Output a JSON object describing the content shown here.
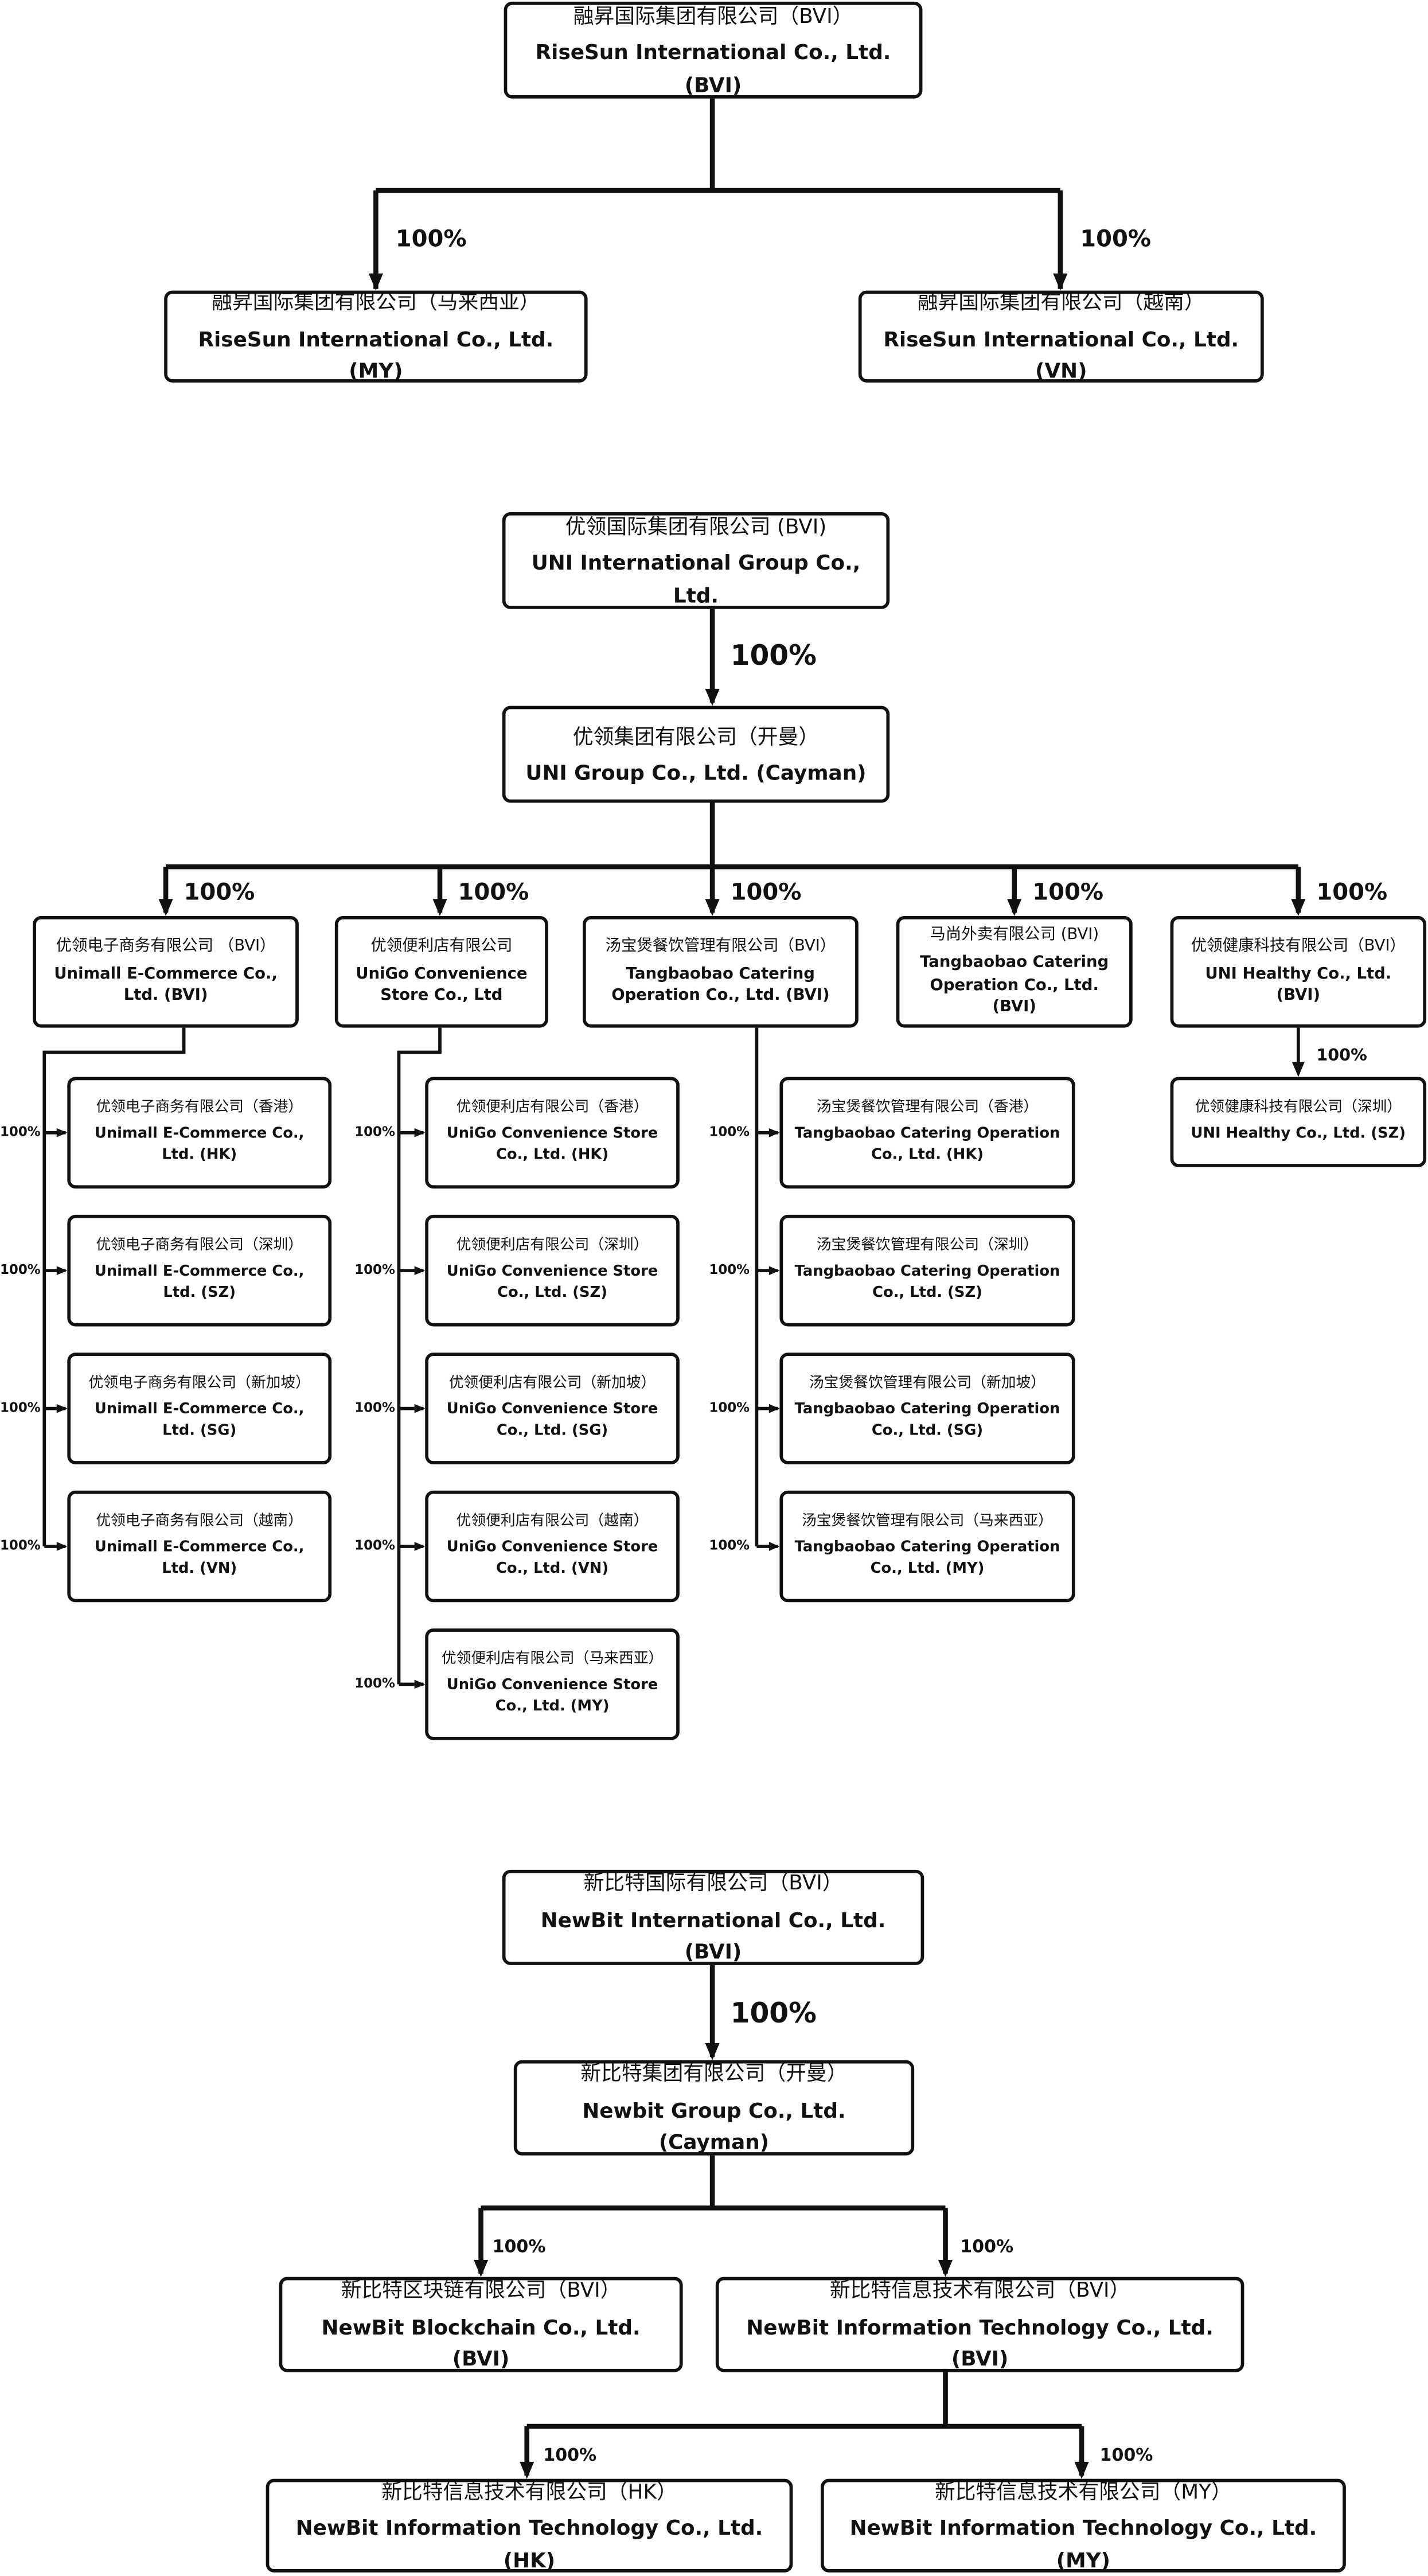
{
  "colors": {
    "line": "#111111",
    "box_border": "#111111",
    "background": "#ffffff"
  },
  "risesun": {
    "parent": {
      "cn": "融昇国际集团有限公司（BVI）",
      "en": "RiseSun International Co., Ltd. (BVI)"
    },
    "my": {
      "cn": "融昇国际集团有限公司（马来西亚）",
      "en": "RiseSun International Co., Ltd. (MY)"
    },
    "vn": {
      "cn": "融昇国际集团有限公司（越南）",
      "en": "RiseSun International Co., Ltd. (VN)"
    },
    "pct_my": "100%",
    "pct_vn": "100%"
  },
  "uni": {
    "top": {
      "cn": "优领国际集团有限公司 (BVI)",
      "en": "UNI International Group Co., Ltd."
    },
    "pct_top": "100%",
    "cayman": {
      "cn": "优领集团有限公司（开曼）",
      "en": "UNI Group Co., Ltd. (Cayman)"
    },
    "pct_l2": [
      "100%",
      "100%",
      "100%",
      "100%",
      "100%"
    ],
    "unimall": {
      "cn": "优领电子商务有限公司 （BVI）",
      "en": "Unimall E-Commerce Co., Ltd. (BVI)"
    },
    "unigo": {
      "cn": "优领便利店有限公司",
      "en": "UniGo Convenience Store Co., Ltd"
    },
    "tangbaobao": {
      "cn": "汤宝煲餐饮管理有限公司（BVI）",
      "en": "Tangbaobao Catering Operation Co., Ltd. (BVI)"
    },
    "mashang": {
      "cn": "马尚外卖有限公司 (BVI)",
      "en": "Tangbaobao Catering Operation Co., Ltd. (BVI)"
    },
    "healthy": {
      "cn": "优领健康科技有限公司（BVI）",
      "en": "UNI Healthy Co., Ltd. (BVI)"
    },
    "unimall_subs": [
      {
        "cn": "优领电子商务有限公司（香港）",
        "en": "Unimall E-Commerce Co., Ltd. (HK)",
        "pct": "100%"
      },
      {
        "cn": "优领电子商务有限公司（深圳）",
        "en": "Unimall E-Commerce Co., Ltd. (SZ)",
        "pct": "100%"
      },
      {
        "cn": "优领电子商务有限公司（新加坡）",
        "en": "Unimall E-Commerce Co., Ltd. (SG)",
        "pct": "100%"
      },
      {
        "cn": "优领电子商务有限公司（越南）",
        "en": "Unimall E-Commerce Co., Ltd. (VN)",
        "pct": "100%"
      }
    ],
    "unigo_subs": [
      {
        "cn": "优领便利店有限公司（香港）",
        "en": "UniGo Convenience Store Co., Ltd. (HK)",
        "pct": "100%"
      },
      {
        "cn": "优领便利店有限公司（深圳）",
        "en": "UniGo Convenience Store Co., Ltd. (SZ)",
        "pct": "100%"
      },
      {
        "cn": "优领便利店有限公司（新加坡）",
        "en": "UniGo Convenience Store Co., Ltd. (SG)",
        "pct": "100%"
      },
      {
        "cn": "优领便利店有限公司（越南）",
        "en": "UniGo Convenience Store Co., Ltd. (VN)",
        "pct": "100%"
      },
      {
        "cn": "优领便利店有限公司（马来西亚）",
        "en": "UniGo Convenience Store Co., Ltd. (MY)",
        "pct": "100%"
      }
    ],
    "tangbaobao_subs": [
      {
        "cn": "汤宝煲餐饮管理有限公司（香港）",
        "en": "Tangbaobao Catering Operation Co., Ltd. (HK)",
        "pct": "100%"
      },
      {
        "cn": "汤宝煲餐饮管理有限公司（深圳）",
        "en": "Tangbaobao Catering Operation Co., Ltd. (SZ)",
        "pct": "100%"
      },
      {
        "cn": "汤宝煲餐饮管理有限公司（新加坡）",
        "en": "Tangbaobao Catering Operation Co., Ltd. (SG)",
        "pct": "100%"
      },
      {
        "cn": "汤宝煲餐饮管理有限公司（马来西亚）",
        "en": "Tangbaobao Catering Operation Co., Ltd. (MY)",
        "pct": "100%"
      }
    ],
    "healthy_sz": {
      "cn": "优领健康科技有限公司（深圳）",
      "en": "UNI Healthy Co., Ltd. (SZ)",
      "pct": "100%"
    }
  },
  "newbit": {
    "top": {
      "cn": "新比特国际有限公司（BVI）",
      "en": "NewBit International Co., Ltd. (BVI)"
    },
    "pct_top": "100%",
    "cayman": {
      "cn": "新比特集团有限公司（开曼）",
      "en": "Newbit Group Co., Ltd. (Cayman)"
    },
    "blockchain": {
      "cn": "新比特区块链有限公司（BVI）",
      "en": "NewBit Blockchain Co., Ltd. (BVI)",
      "pct": "100%"
    },
    "infotech": {
      "cn": "新比特信息技术有限公司（BVI）",
      "en": "NewBit Information Technology Co., Ltd. (BVI)",
      "pct": "100%"
    },
    "infotech_hk": {
      "cn": "新比特信息技术有限公司（HK）",
      "en": "NewBit Information Technology Co., Ltd. (HK)",
      "pct": "100%"
    },
    "infotech_my": {
      "cn": "新比特信息技术有限公司（MY）",
      "en": "NewBit Information Technology Co., Ltd. (MY)",
      "pct": "100%"
    }
  }
}
